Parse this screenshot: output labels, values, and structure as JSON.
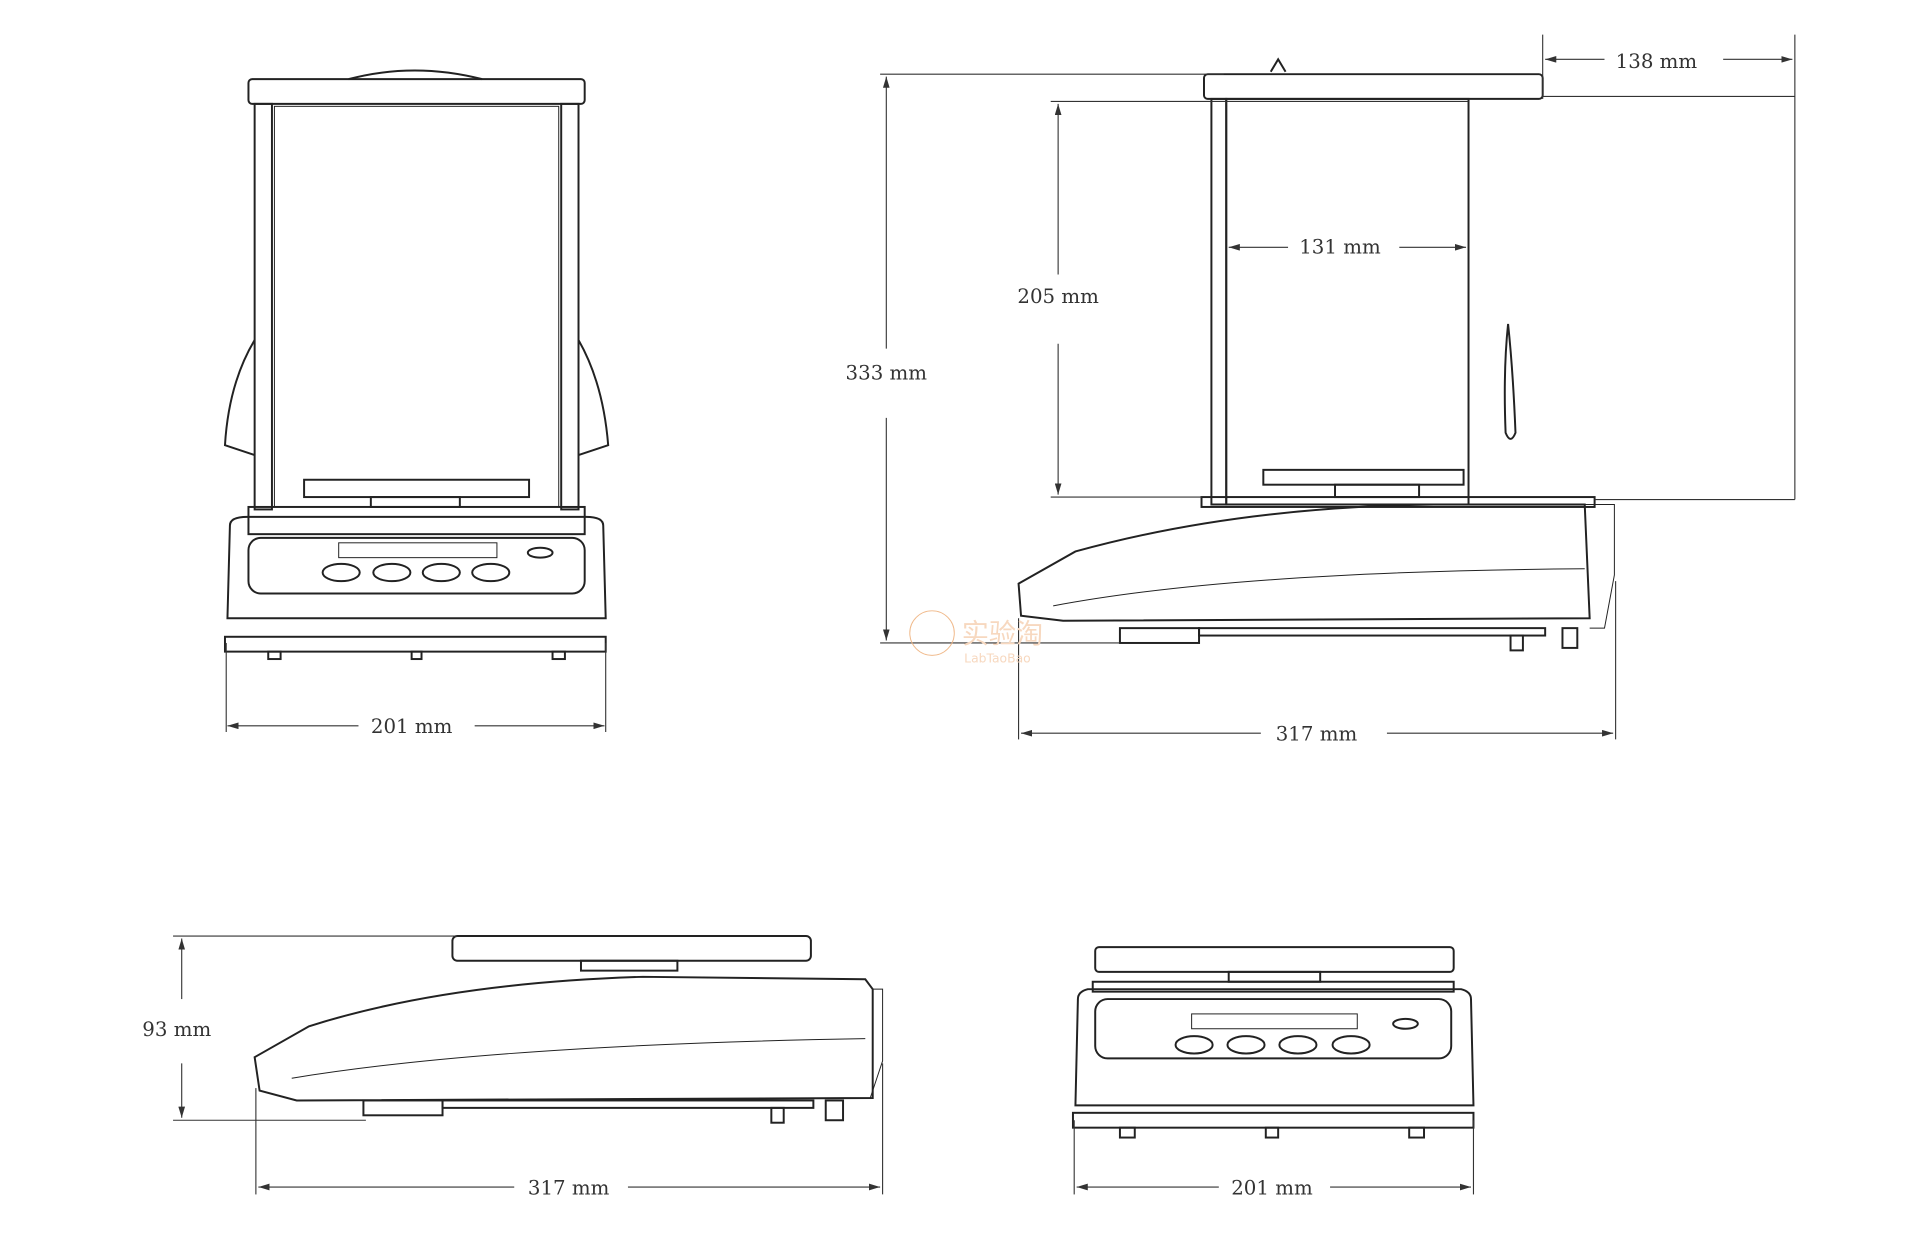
{
  "views": {
    "front_top": {
      "width_label": "201 mm"
    },
    "side_top": {
      "depth_label": "317 mm",
      "height_label": "333 mm",
      "chamber_height_label": "205 mm",
      "chamber_depth_label": "131 mm",
      "top_offset_label": "138 mm"
    },
    "side_bottom": {
      "depth_label": "317 mm",
      "height_label": "93 mm"
    },
    "front_bottom": {
      "width_label": "201 mm"
    }
  },
  "watermark": {
    "text_cn": "实验淘",
    "text_en": "LabTaoBao"
  },
  "colors": {
    "line": "#222222",
    "watermark": "#f0b98a"
  }
}
